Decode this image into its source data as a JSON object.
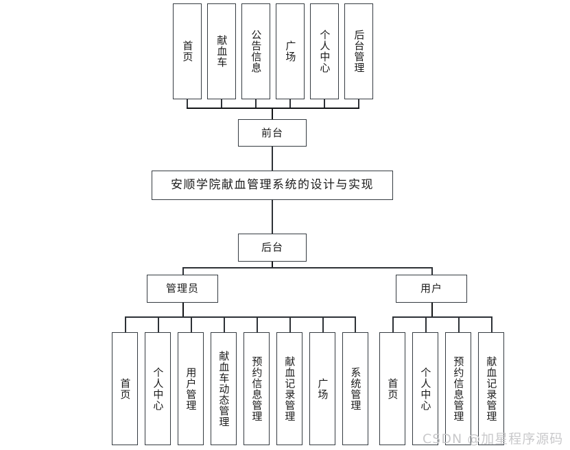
{
  "diagram": {
    "kind": "system-structure-tree",
    "title_node": {
      "label": "安顺学院献血管理系统的设计与实现"
    },
    "branches": {
      "frontend": {
        "label": "前台"
      },
      "backend": {
        "label": "后台"
      }
    },
    "frontend_menu": [
      {
        "label": "首页"
      },
      {
        "label": "献血车"
      },
      {
        "label": "公告信息"
      },
      {
        "label": "广场"
      },
      {
        "label": "个人中心"
      },
      {
        "label": "后台管理"
      }
    ],
    "roles": [
      {
        "label": "管理员"
      },
      {
        "label": "用户"
      }
    ],
    "admin_menu": [
      {
        "label": "首页"
      },
      {
        "label": "个人中心"
      },
      {
        "label": "用户管理"
      },
      {
        "label": "献血车动态管理"
      },
      {
        "label": "预约信息管理"
      },
      {
        "label": "献血记录管理"
      },
      {
        "label": "广场"
      },
      {
        "label": "系统管理"
      }
    ],
    "user_menu": [
      {
        "label": "首页"
      },
      {
        "label": "个人中心"
      },
      {
        "label": "预约信息管理"
      },
      {
        "label": "献血记录管理"
      }
    ],
    "watermark": {
      "text": "CSDN @加星程序源码"
    },
    "colors": {
      "border": "#33393f",
      "line": "#2c3035",
      "text": "#1a1a1a",
      "background": "#ffffff",
      "watermark": "#c9c9cb"
    }
  }
}
